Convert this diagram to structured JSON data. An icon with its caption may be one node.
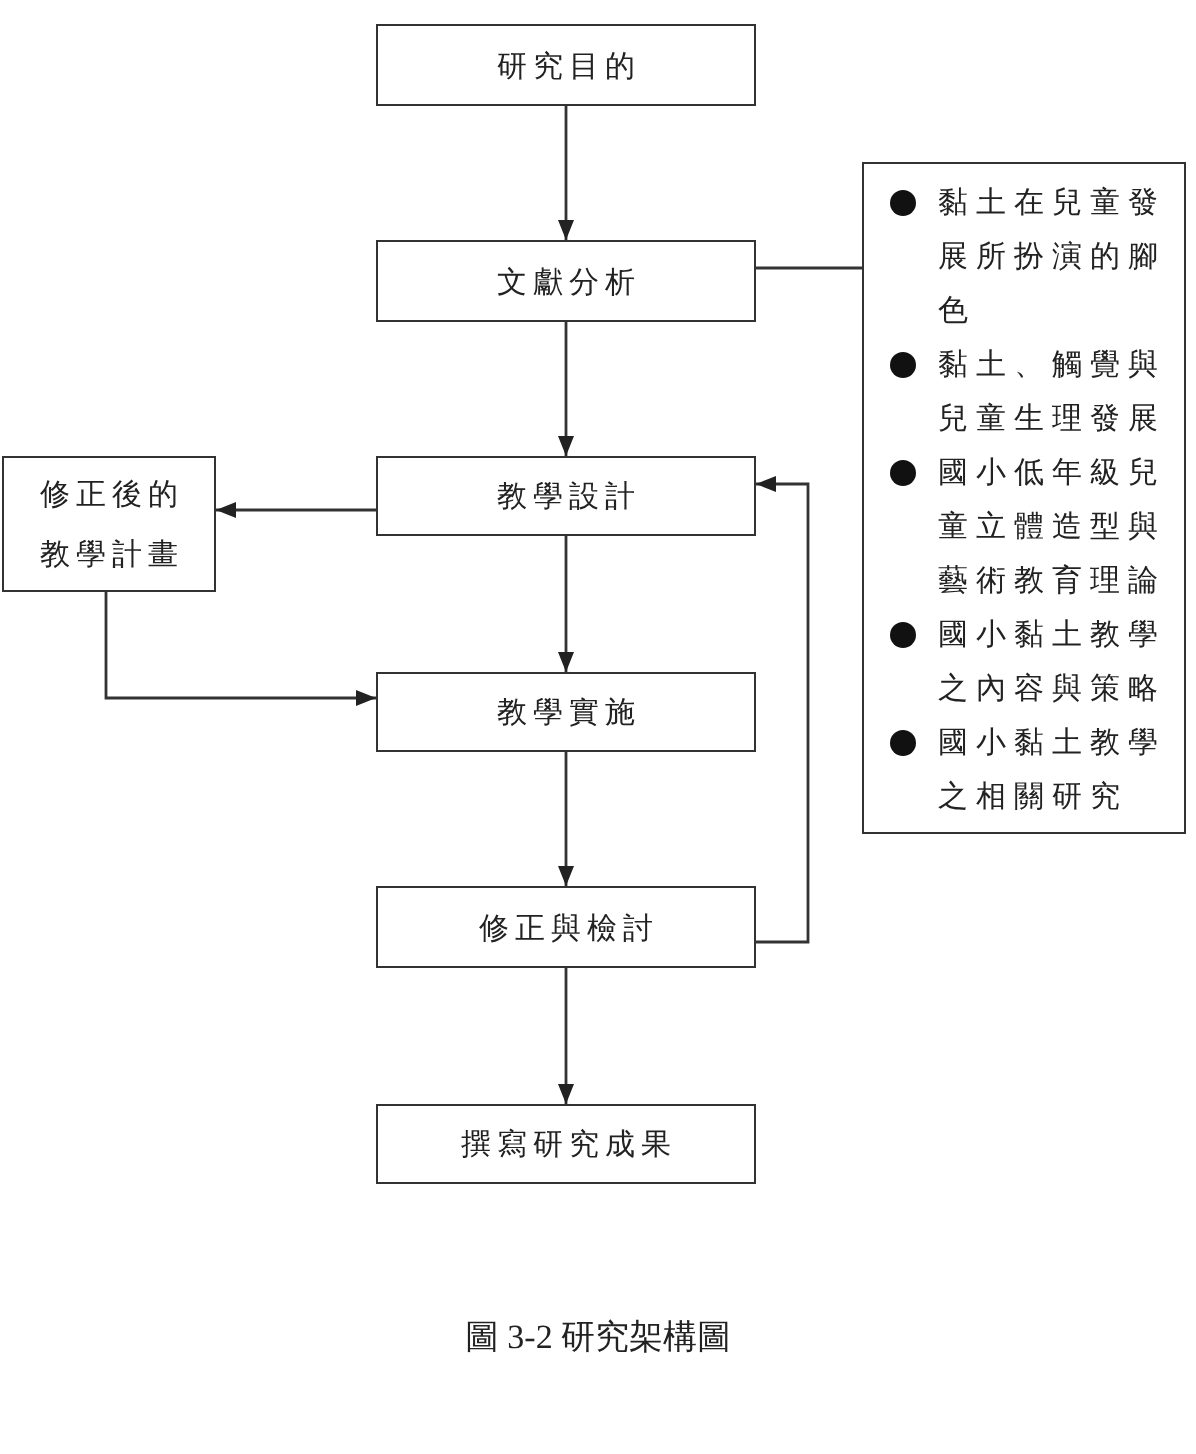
{
  "diagram": {
    "caption": "圖 3-2 研究架構圖",
    "nodes": [
      {
        "text": [
          "研究目的"
        ]
      },
      {
        "text": [
          "文獻分析"
        ]
      },
      {
        "text": [
          "黏土在兒童發展所扮演的腳色",
          "黏土、觸覺與兒童生理發展",
          "國小低年級兒童立體造型與藝術教育理論",
          "國小黏土教學之內容與策略",
          "國小黏土教學之相關研究"
        ]
      },
      {
        "text": [
          "修正後的教學計畫"
        ]
      },
      {
        "text": [
          "教學設計"
        ]
      },
      {
        "text": [
          "教學實施"
        ]
      },
      {
        "text": [
          "修正與檢討"
        ]
      },
      {
        "text": [
          "撰寫研究成果"
        ]
      }
    ],
    "edges": [
      {
        "from": 0,
        "to": 1,
        "arrow": "to"
      },
      {
        "from": 1,
        "to": 2,
        "arrow": "none"
      },
      {
        "from": 1,
        "to": 4,
        "arrow": "to"
      },
      {
        "from": 4,
        "to": 3,
        "arrow": "to"
      },
      {
        "from": 3,
        "to": 5,
        "arrow": "to"
      },
      {
        "from": 4,
        "to": 5,
        "arrow": "to"
      },
      {
        "from": 5,
        "to": 6,
        "arrow": "to"
      },
      {
        "from": 6,
        "to": 4,
        "arrow": "to"
      },
      {
        "from": 6,
        "to": 7,
        "arrow": "to"
      }
    ]
  }
}
